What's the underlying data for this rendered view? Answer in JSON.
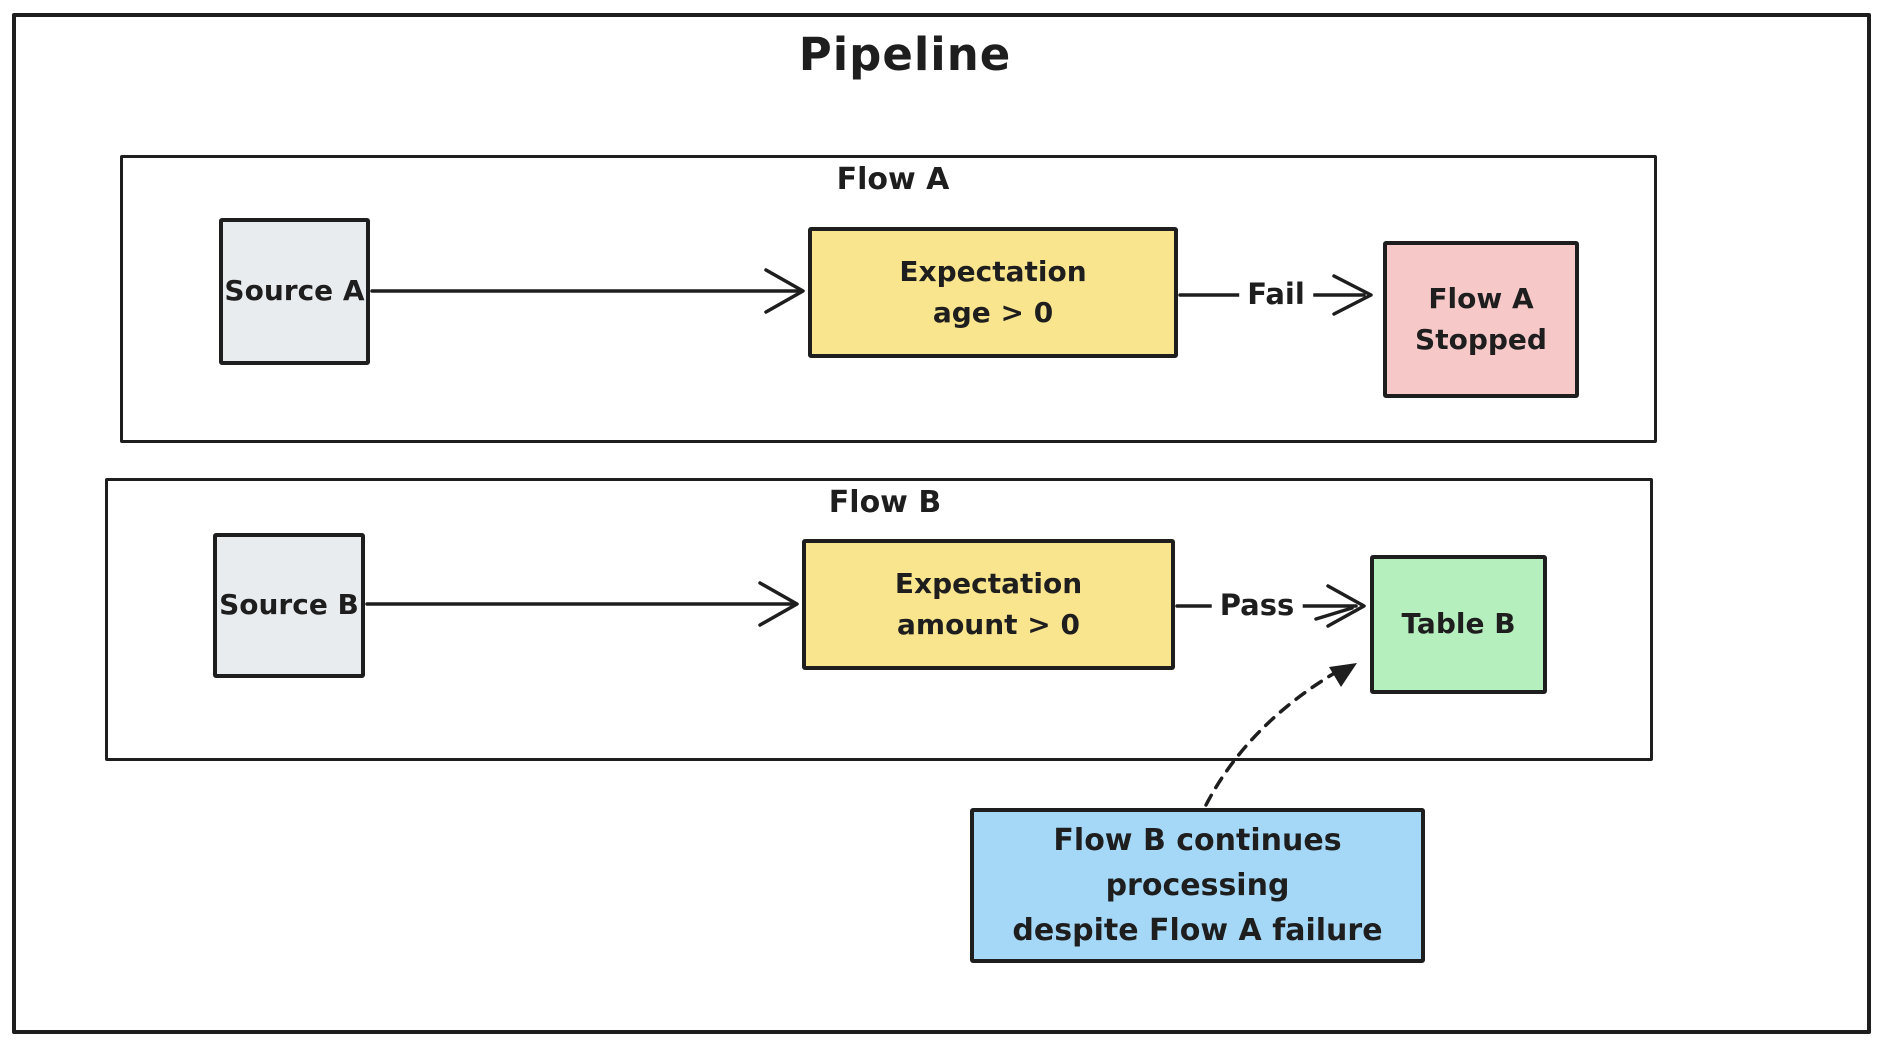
{
  "diagram": {
    "title": "Pipeline",
    "groups": {
      "flow_a": {
        "label": "Flow A"
      },
      "flow_b": {
        "label": "Flow B"
      }
    },
    "nodes": {
      "source_a": {
        "label": "Source A",
        "fill": "#e9ecef"
      },
      "expectation_a": {
        "line1": "Expectation",
        "line2": "age > 0",
        "fill": "#fae58f"
      },
      "flow_a_stopped": {
        "line1": "Flow A",
        "line2": "Stopped",
        "fill": "#f6c8c8"
      },
      "source_b": {
        "label": "Source B",
        "fill": "#e9ecef"
      },
      "expectation_b": {
        "line1": "Expectation",
        "line2": "amount > 0",
        "fill": "#fae58f"
      },
      "table_b": {
        "label": "Table B",
        "fill": "#b5efbe"
      }
    },
    "edges": {
      "fail_label": "Fail",
      "pass_label": "Pass"
    },
    "note": {
      "line1": "Flow B continues processing",
      "line2": "despite Flow A failure",
      "fill": "#a5d8f7"
    },
    "colors": {
      "stroke": "#1e1e1e",
      "background": "#ffffff"
    }
  }
}
